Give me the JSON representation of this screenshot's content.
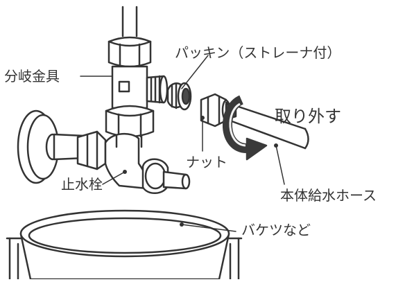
{
  "labels": {
    "branch_fitting": "分岐金具",
    "packing": "パッキン（ストレーナ付）",
    "remove": "取り外す",
    "nut": "ナット",
    "stop_valve": "止水栓",
    "hose": "本体給水ホース",
    "bucket": "バケツなど"
  },
  "colors": {
    "line": "#333333",
    "fill_light": "#f2f2f2",
    "fill_dark": "#4a4a4a",
    "arrow": "#3a3a3a"
  }
}
